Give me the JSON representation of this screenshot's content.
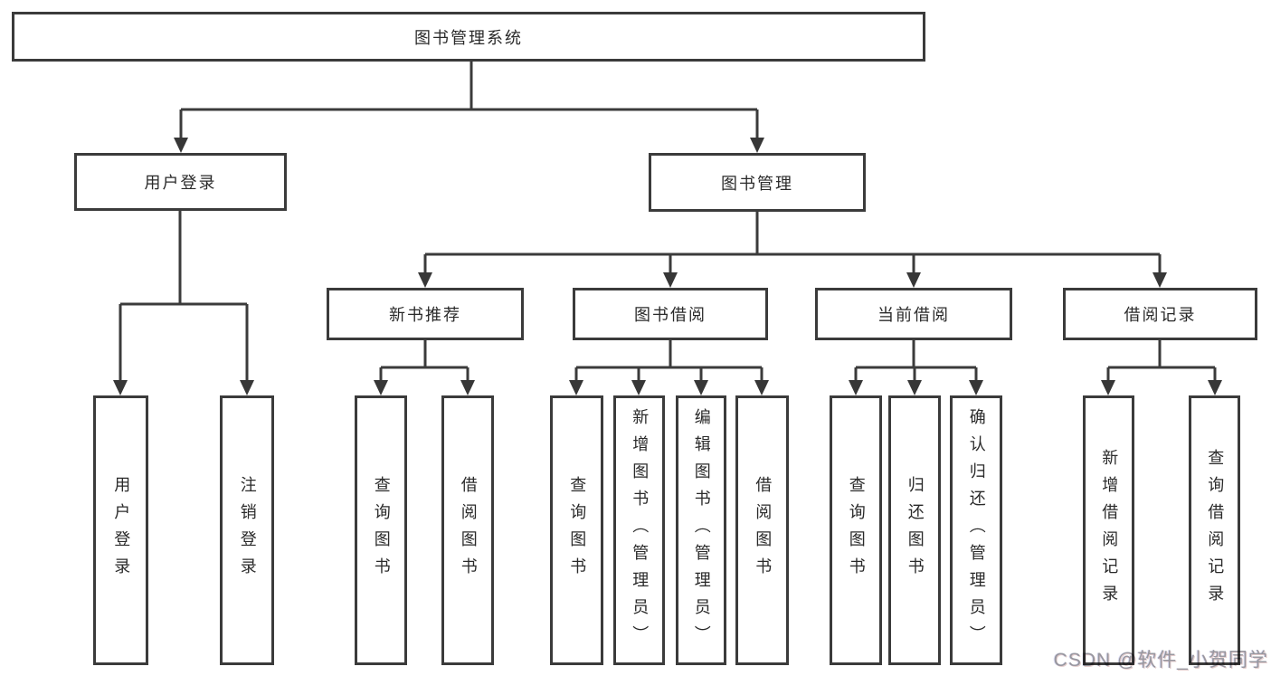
{
  "tree": {
    "root": {
      "label": "图书管理系统"
    },
    "level2": [
      {
        "id": "user-login",
        "label": "用户登录"
      },
      {
        "id": "book-management",
        "label": "图书管理"
      }
    ],
    "level3": [
      {
        "id": "new-book-recommend",
        "parent": "图书管理",
        "label": "新书推荐"
      },
      {
        "id": "book-borrow",
        "parent": "图书管理",
        "label": "图书借阅"
      },
      {
        "id": "current-borrow",
        "parent": "图书管理",
        "label": "当前借阅"
      },
      {
        "id": "borrow-records",
        "parent": "图书管理",
        "label": "借阅记录"
      }
    ],
    "leaves": [
      {
        "parent": "用户登录",
        "label": "用户登录"
      },
      {
        "parent": "用户登录",
        "label": "注销登录"
      },
      {
        "parent": "新书推荐",
        "label": "查询图书"
      },
      {
        "parent": "新书推荐",
        "label": "借阅图书"
      },
      {
        "parent": "图书借阅",
        "label": "查询图书"
      },
      {
        "parent": "图书借阅",
        "label": "新增图书（管理员）"
      },
      {
        "parent": "图书借阅",
        "label": "编辑图书（管理员）"
      },
      {
        "parent": "图书借阅",
        "label": "借阅图书"
      },
      {
        "parent": "当前借阅",
        "label": "查询图书"
      },
      {
        "parent": "当前借阅",
        "label": "归还图书"
      },
      {
        "parent": "当前借阅",
        "label": "确认归还（管理员）"
      },
      {
        "parent": "借阅记录",
        "label": "新增借阅记录"
      },
      {
        "parent": "借阅记录",
        "label": "查询借阅记录"
      }
    ]
  },
  "watermark": {
    "text": "CSDN @软件_小贺同学",
    "color": "#97979f"
  },
  "colors": {
    "line": "#3b3b3b",
    "box_border": "#3b3b3b",
    "box_fill": "#ffffff",
    "text": "#2a2a2a",
    "background": "#ffffff"
  }
}
